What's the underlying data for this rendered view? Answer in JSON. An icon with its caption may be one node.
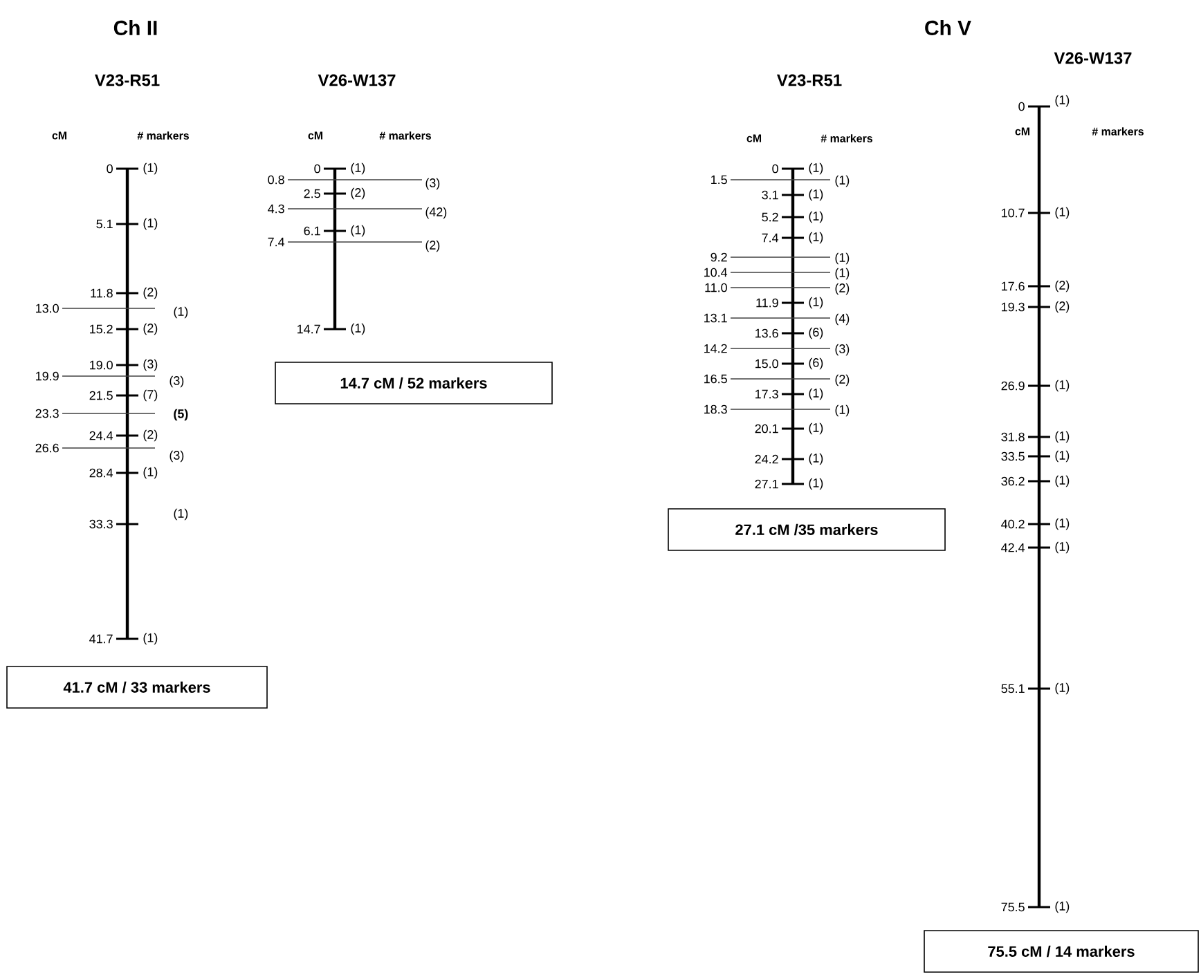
{
  "diagram": {
    "nodes": [
      {
        "text": [
          "41.7 cM / 33 markers"
        ]
      },
      {
        "text": [
          "14.7 cM / 52 markers"
        ]
      },
      {
        "text": [
          "27.1 cM /35 markers"
        ]
      },
      {
        "text": [
          "75.5 cM / 14 markers"
        ]
      }
    ],
    "labels": [
      "Ch II",
      "V23-R51",
      "cM",
      "# markers",
      "0",
      "(1)",
      "5.1",
      "(1)",
      "11.8",
      "(2)",
      "13.0",
      "(1)",
      "15.2",
      "(2)",
      "19.0",
      "(3)",
      "19.9",
      "(3)",
      "21.5",
      "(7)",
      "23.3",
      "(5)",
      "24.4",
      "(2)",
      "26.6",
      "(3)",
      "28.4",
      "(1)",
      "33.3",
      "(1)",
      "41.7",
      "(1)",
      "V26-W137",
      "cM",
      "# markers",
      "0",
      "(1)",
      "0.8",
      "(3)",
      "2.5",
      "(2)",
      "4.3",
      "(42)",
      "6.1",
      "(1)",
      "7.4",
      "(2)",
      "14.7",
      "(1)",
      "Ch V",
      "V23-R51",
      "cM",
      "# markers",
      "0",
      "(1)",
      "1.5",
      "(1)",
      "3.1",
      "(1)",
      "5.2",
      "(1)",
      "7.4",
      "(1)",
      "9.2",
      "(1)",
      "10.4",
      "(1)",
      "11.0",
      "(2)",
      "11.9",
      "(1)",
      "13.1",
      "(4)",
      "13.6",
      "(6)",
      "14.2",
      "(3)",
      "15.0",
      "(6)",
      "16.5",
      "(2)",
      "17.3",
      "(1)",
      "18.3",
      "(1)",
      "20.1",
      "(1)",
      "24.2",
      "(1)",
      "27.1",
      "(1)",
      "V26-W137",
      "cM",
      "# markers",
      "0",
      "(1)",
      "10.7",
      "(1)",
      "17.6",
      "(2)",
      "19.3",
      "(2)",
      "26.9",
      "(1)",
      "31.8",
      "(1)",
      "33.5",
      "(1)",
      "36.2",
      "(1)",
      "40.2",
      "(1)",
      "42.4",
      "(1)",
      "55.1",
      "(1)",
      "75.5",
      "(1)"
    ]
  }
}
